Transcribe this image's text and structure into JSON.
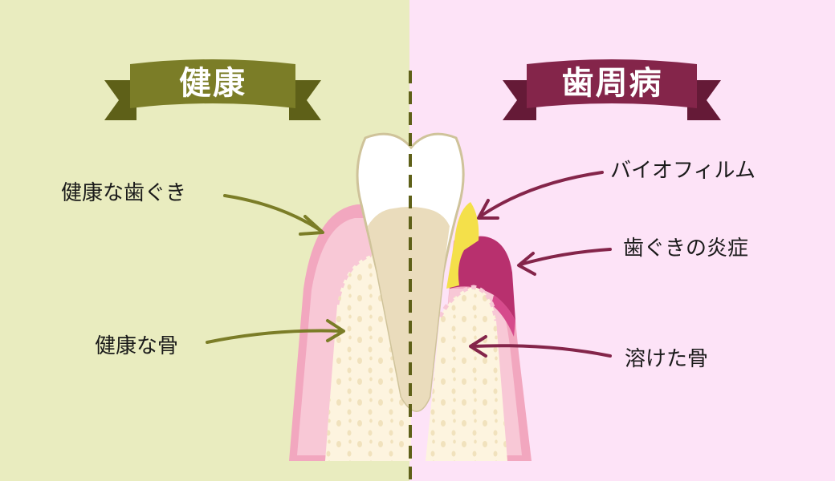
{
  "colors": {
    "healthy_bg": "#e9ecbf",
    "disease_bg": "#fde3f7",
    "healthy_banner": "#7b7d27",
    "disease_banner": "#84254a",
    "healthy_arrow": "#7b7d27",
    "disease_arrow": "#84254a",
    "tooth_enamel": "#ffffff",
    "tooth_root": "#eadcbc",
    "gum": "#f2a7bf",
    "inflamed_gum": "#b8306e",
    "bone": "#fdf4df",
    "biofilm": "#f4e04a"
  },
  "left": {
    "banner": "健康",
    "labels": {
      "gum": "健康な歯ぐき",
      "bone": "健康な骨"
    }
  },
  "right": {
    "banner": "歯周病",
    "labels": {
      "biofilm": "バイオフィルム",
      "inflamed_gum": "歯ぐきの炎症",
      "dissolved_bone": "溶けた骨"
    }
  }
}
